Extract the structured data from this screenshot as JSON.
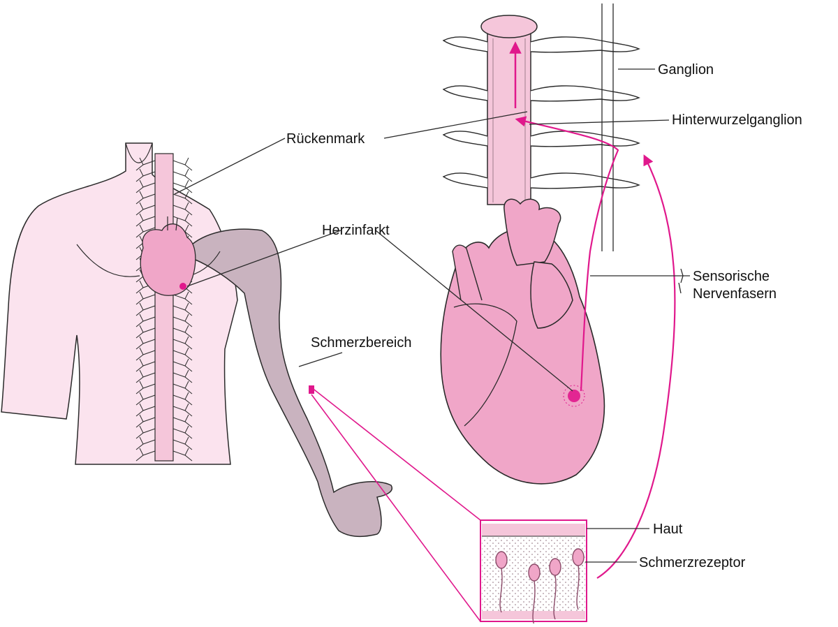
{
  "labels": {
    "ganglion": "Ganglion",
    "dorsal_root_ganglion": "Hinterwurzelganglion",
    "spinal_cord": "Rückenmark",
    "heart_attack": "Herzinfarkt",
    "sensory_fibers_line1": "Sensorische",
    "sensory_fibers_line2": "Nervenfasern",
    "pain_area": "Schmerzbereich",
    "skin": "Haut",
    "pain_receptor": "Schmerzrezeptor"
  },
  "colors": {
    "body_fill": "#fbe3ee",
    "arm_shade": "#c9b3bf",
    "heart_fill": "#f0a6c8",
    "spine_fill": "#f5c6da",
    "nerve_magenta": "#e0188c",
    "outline": "#2a2a2a"
  }
}
